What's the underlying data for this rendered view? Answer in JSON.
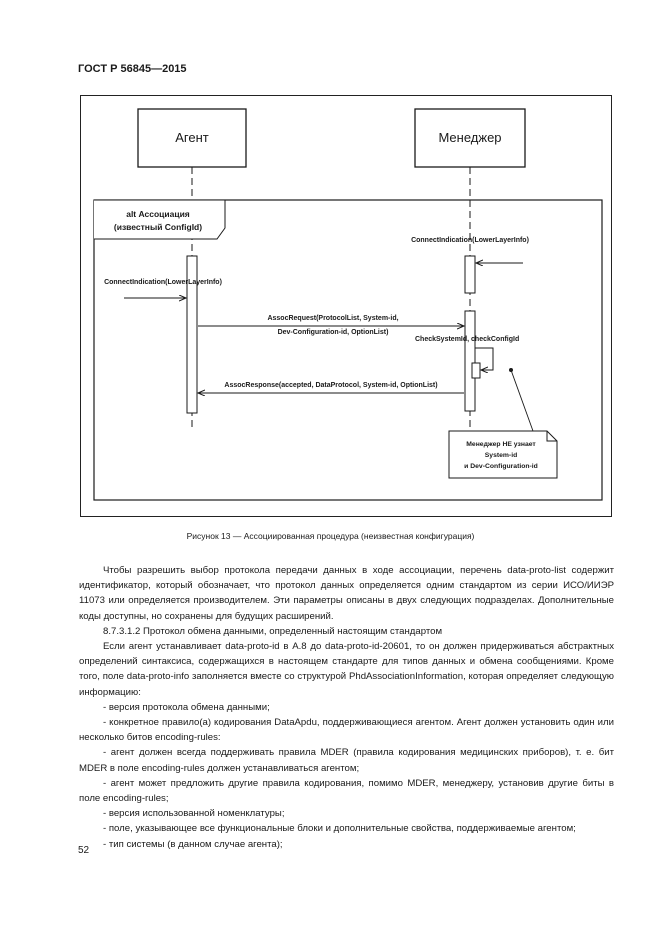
{
  "header": {
    "standard": "ГОСТ Р 56845—2015"
  },
  "diagram": {
    "agent_label": "Агент",
    "manager_label": "Менеджер",
    "frame_label_line1": "alt Ассоциация",
    "frame_label_line2": "(известный ConfigId)",
    "msg_conn_mgr": "ConnectIndication(LowerLayerInfo)",
    "msg_conn_agent": "ConnectIndication(LowerLayerInfo)",
    "msg_assoc_req_line1": "AssocRequest(ProtocolList, System-id,",
    "msg_assoc_req_line2": "Dev-Configuration-id, OptionList)",
    "msg_check": "CheckSystemId, checkConfigId",
    "msg_assoc_resp": "AssocResponse(accepted, DataProtocol, System-id, OptionList)",
    "note_line1": "Менеджер НЕ узнает",
    "note_line2": "System-id",
    "note_line3": "и Dev-Configuration-id"
  },
  "caption": "Рисунок 13 — Ассоциированная процедура (неизвестная конфигурация)",
  "paragraphs": [
    {
      "text": "Чтобы разрешить выбор протокола передачи данных в ходе ассоциации, перечень data-proto-list содержит идентификатор, который обозначает, что протокол данных определяется одним стандартом из серии ИСО/ИИЭР 11073 или определяется производителем. Эти параметры описаны в двух следующих подразделах. Дополнительные коды доступны, но сохранены для будущих расширений."
    },
    {
      "text": "8.7.3.1.2  Протокол обмена данными, определенный настоящим стандартом"
    },
    {
      "text": "Если агент устанавливает data-proto-id в А.8 до data-proto-id-20601, то он должен придерживаться абстрактных определений синтаксиса, содержащихся в настоящем стандарте для типов данных и обмена сообщениями. Кроме того, поле data-proto-info заполняется вместе со структурой PhdAssociationInformation, которая определяет следующую информацию:"
    },
    {
      "text": "- версия протокола обмена данными;"
    },
    {
      "text": "- конкретное правило(а) кодирования DataApdu, поддерживающиеся агентом. Агент должен установить один или несколько битов encoding-rules:"
    },
    {
      "text": "- агент должен всегда поддерживать правила MDER (правила кодирования медицинских приборов), т. е. бит MDER в поле encoding-rules должен устанавливаться агентом;"
    },
    {
      "text": "- агент может предложить другие правила кодирования, помимо MDER, менеджеру, установив другие биты в поле encoding-rules;"
    },
    {
      "text": "- версия использованной номенклатуры;"
    },
    {
      "text": "- поле, указывающее все функциональные блоки и дополнительные свойства, поддерживаемые агентом;"
    },
    {
      "text": "- тип системы (в данном случае агента);"
    }
  ],
  "page_number": "52"
}
